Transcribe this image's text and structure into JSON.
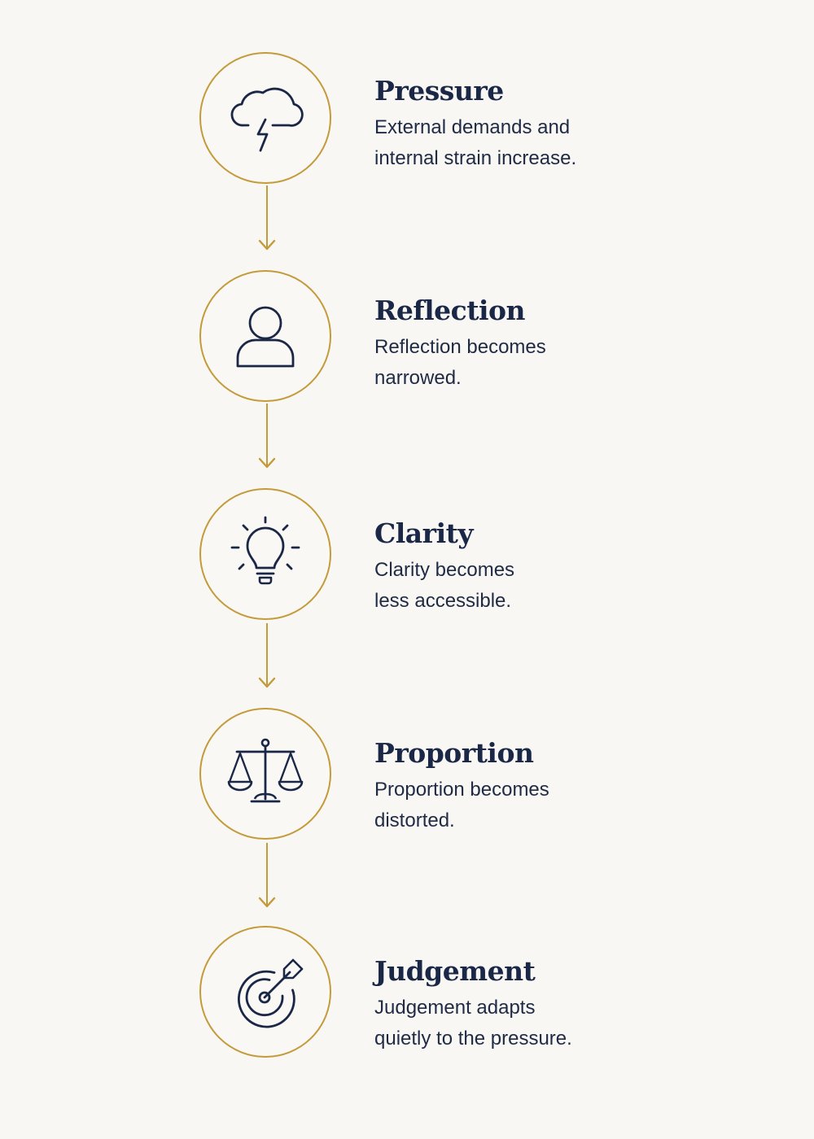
{
  "colors": {
    "background": "#f8f7f4",
    "accent_gold": "#c49b3a",
    "ink_navy": "#1a2747"
  },
  "steps": [
    {
      "icon": "storm-cloud-icon",
      "title": "Pressure",
      "description": "External demands and\ninternal strain increase."
    },
    {
      "icon": "person-icon",
      "title": "Reflection",
      "description": "Reflection becomes\nnarrowed."
    },
    {
      "icon": "lightbulb-icon",
      "title": "Clarity",
      "description": "Clarity becomes\nless accessible."
    },
    {
      "icon": "scales-icon",
      "title": "Proportion",
      "description": "Proportion becomes\ndistorted."
    },
    {
      "icon": "target-arrow-icon",
      "title": "Judgement",
      "description": "Judgement adapts\nquietly to the pressure."
    }
  ]
}
